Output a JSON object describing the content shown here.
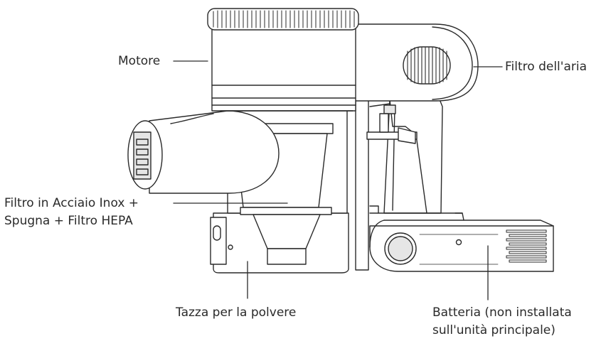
{
  "labels": {
    "motor": "Motore",
    "air_filter": "Filtro dell'aria",
    "filter_line1": "Filtro in Acciaio Inox +",
    "filter_line2": "Spugna + Filtro HEPA",
    "dust_cup": "Tazza per la polvere",
    "battery_line1": "Batteria (non installata",
    "battery_line2": "sull'unità principale)"
  },
  "colors": {
    "line": "#2a2a2a",
    "body": "#ffffff",
    "shade": "#e6e6e6"
  }
}
